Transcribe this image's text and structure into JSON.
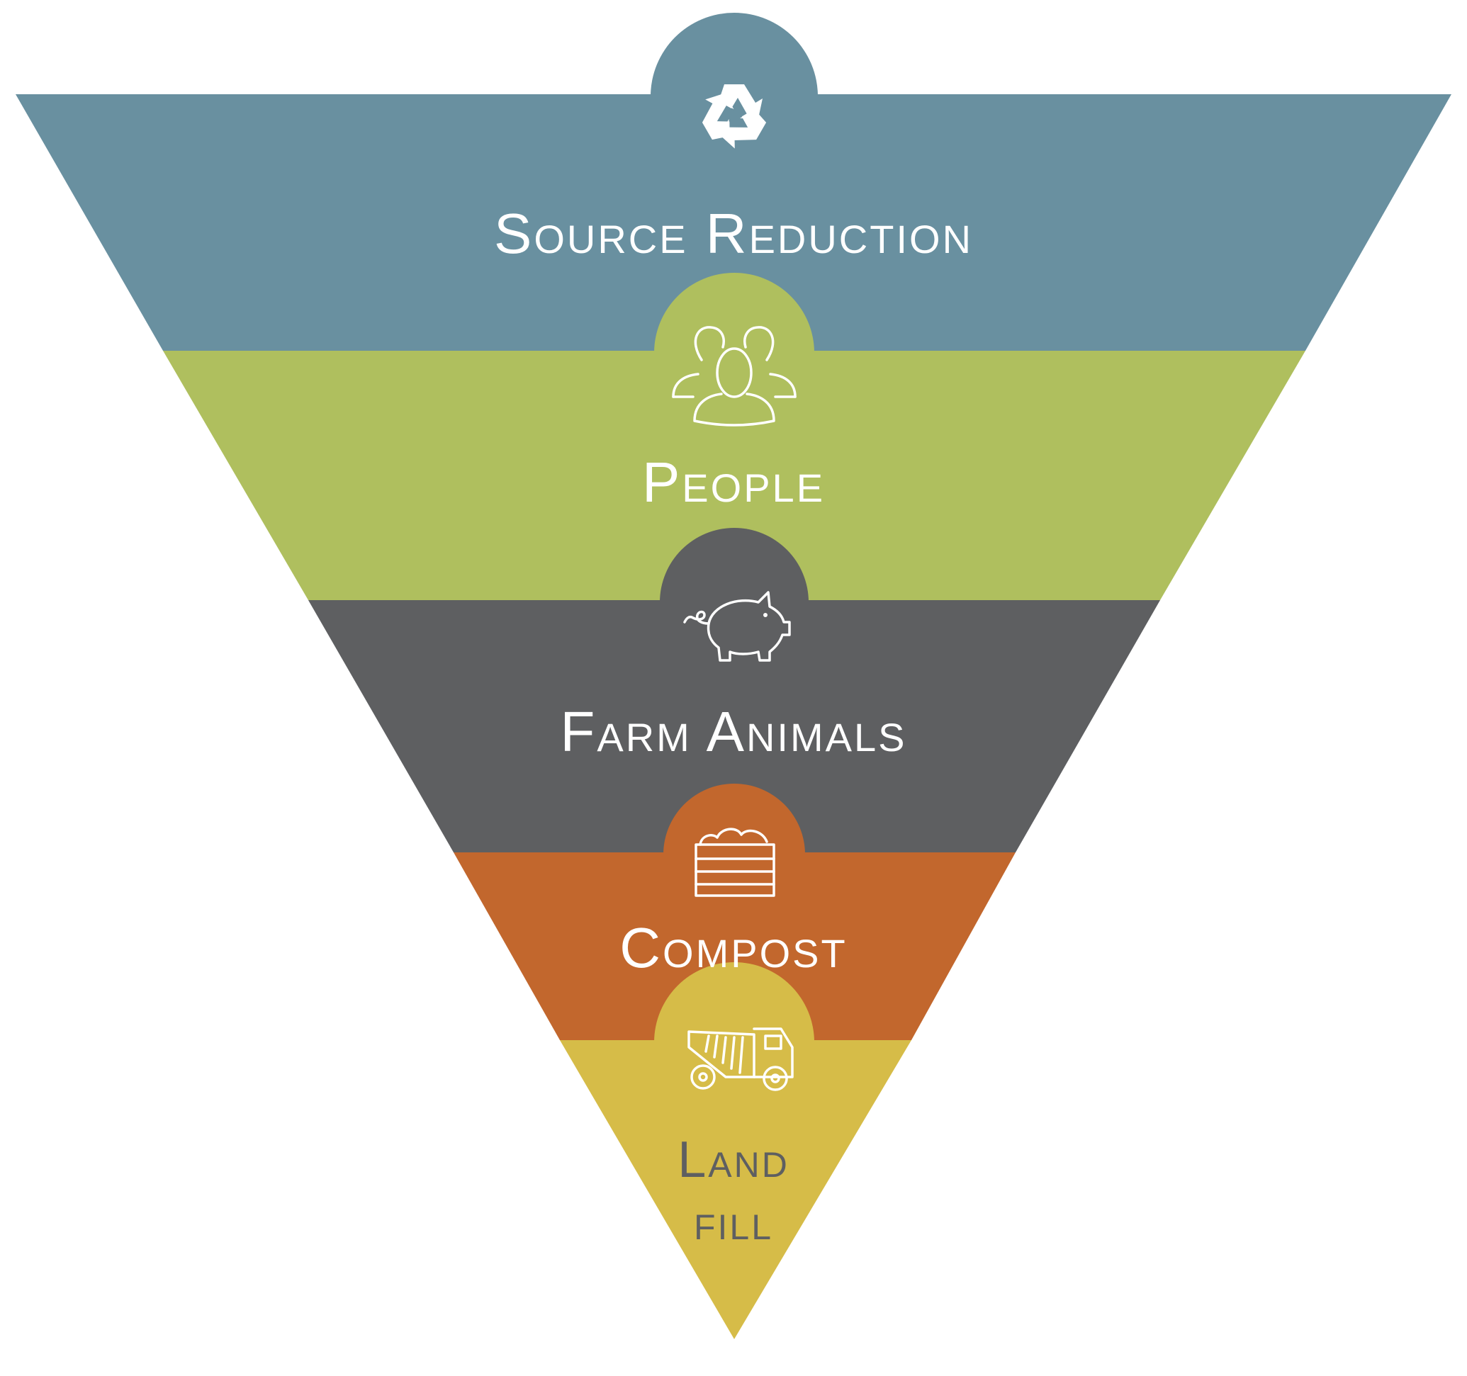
{
  "colors": {
    "background": "#ffffff",
    "icon_stroke": "#ffffff"
  },
  "tiers": [
    {
      "label": "Source Reduction",
      "color": "#6990a0",
      "text_color": "#ffffff",
      "icon": "recycle-icon"
    },
    {
      "label": "People",
      "color": "#afbf5e",
      "text_color": "#ffffff",
      "icon": "people-group-icon"
    },
    {
      "label": "Farm Animals",
      "color": "#5e5f61",
      "text_color": "#ffffff",
      "icon": "pig-icon"
    },
    {
      "label": "Compost",
      "color": "#c2672d",
      "text_color": "#ffffff",
      "icon": "compost-bin-icon"
    },
    {
      "label_lines": [
        "Land",
        "fill"
      ],
      "color": "#d6bc48",
      "text_color": "#5e5f61",
      "icon": "dump-truck-icon"
    }
  ]
}
